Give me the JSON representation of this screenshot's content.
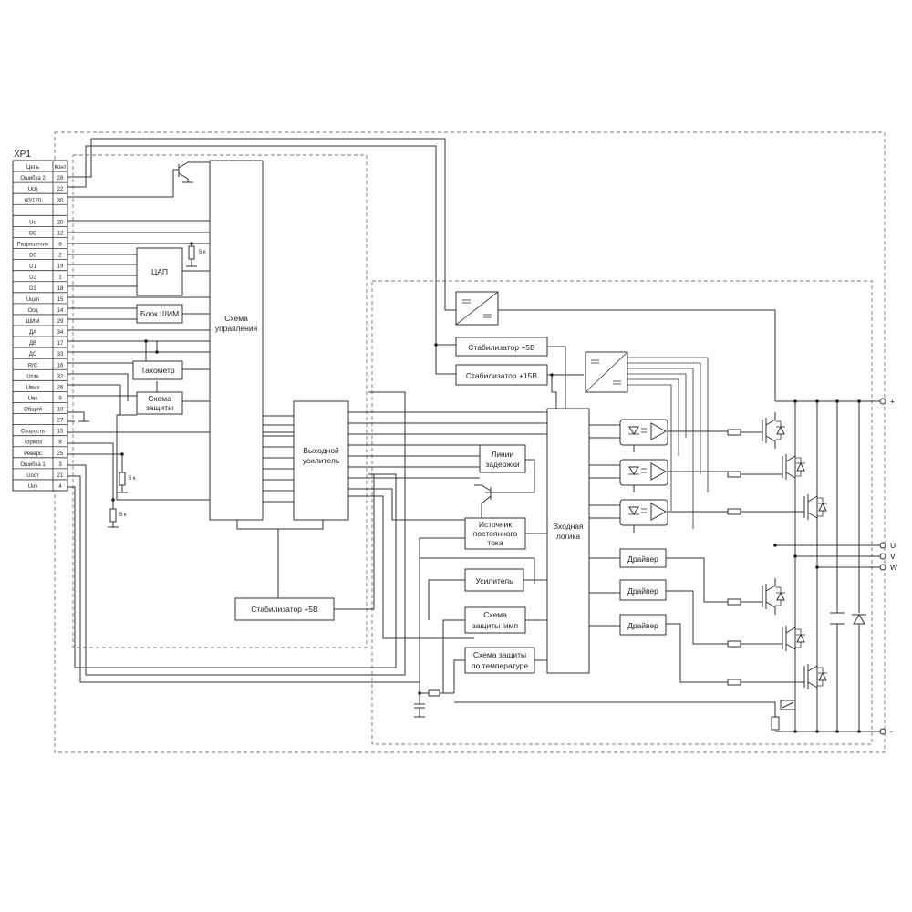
{
  "connector": {
    "title": "XP1",
    "col_circuit": "Цепь",
    "col_contact": "Конт",
    "rows": [
      {
        "name": "Ошибка 2",
        "pin": "28"
      },
      {
        "name": "Uсп",
        "pin": "22"
      },
      {
        "name": "60/120",
        "pin": "30"
      },
      {
        "name": "",
        "pin": ""
      },
      {
        "name": "Uo",
        "pin": "20"
      },
      {
        "name": "ОС",
        "pin": "12"
      },
      {
        "name": "Разрешение",
        "pin": "8"
      },
      {
        "name": "D0",
        "pin": "2"
      },
      {
        "name": "D1",
        "pin": "19"
      },
      {
        "name": "D2",
        "pin": "1"
      },
      {
        "name": "D3",
        "pin": "18"
      },
      {
        "name": "Uцап",
        "pin": "15"
      },
      {
        "name": "Осц",
        "pin": "14"
      },
      {
        "name": "ШИМ",
        "pin": "29"
      },
      {
        "name": "ДА",
        "pin": "34"
      },
      {
        "name": "ДВ",
        "pin": "17"
      },
      {
        "name": "ДС",
        "pin": "33"
      },
      {
        "name": "R/C",
        "pin": "16"
      },
      {
        "name": "Uтах",
        "pin": "32"
      },
      {
        "name": "Uвых",
        "pin": "26"
      },
      {
        "name": "Uвх",
        "pin": "9"
      },
      {
        "name": "Общий",
        "pin": "10"
      },
      {
        "name": "",
        "pin": "27"
      },
      {
        "name": "Скорость",
        "pin": "15"
      },
      {
        "name": "Тормоз",
        "pin": "8"
      },
      {
        "name": "Реверс",
        "pin": "25"
      },
      {
        "name": "Ошибка 1",
        "pin": "3"
      },
      {
        "name": "Uост",
        "pin": "21"
      },
      {
        "name": "Uоу",
        "pin": "4"
      }
    ]
  },
  "blocks": {
    "dac": "ЦАП",
    "pwm": "Блок ШИМ",
    "tacho": "Тахометр",
    "protect_1": "Схема",
    "protect_2": "защиты",
    "control_1": "Схема",
    "control_2": "управления",
    "out_amp_1": "Выходной",
    "out_amp_2": "усилитель",
    "stab5_left": "Стабилизатор +5В",
    "stab5": "Стабилизатор +5В",
    "stab15": "Стабилизатор +15В",
    "delay_1": "Линии",
    "delay_2": "задержки",
    "dc_src_1": "Источник",
    "dc_src_2": "постоянного",
    "dc_src_3": "тока",
    "amp": "Усилитель",
    "imp_prot_1": "Схема",
    "imp_prot_2": "защиты Iимп",
    "temp_prot_1": "Схема защиты",
    "temp_prot_2": "по температуре",
    "in_logic_1": "Входная",
    "in_logic_2": "логика",
    "driver_1": "Драйвер",
    "driver_2": "Драйвер",
    "driver_3": "Драйвер"
  },
  "resistor_labels": {
    "r1": "5 к",
    "r2": "5 к",
    "r3": "5 к"
  },
  "terminals": {
    "plus": "+",
    "u": "U",
    "v": "V",
    "w": "W",
    "minus": "-"
  }
}
